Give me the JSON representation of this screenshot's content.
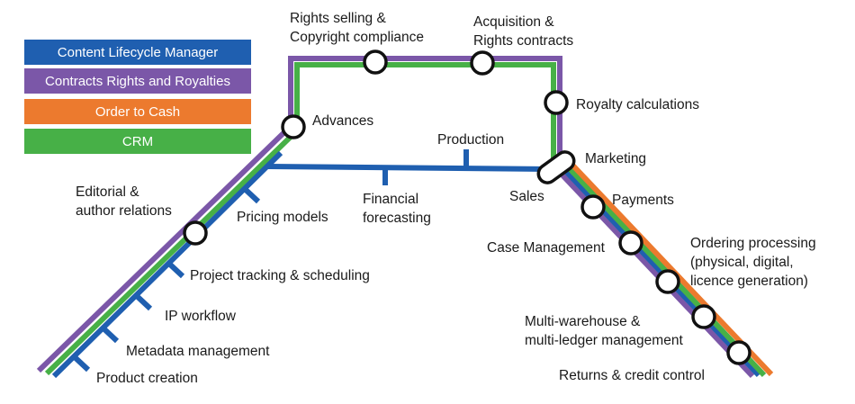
{
  "legend": [
    {
      "label": "Content Lifecycle Manager",
      "color": "#1f5fb0"
    },
    {
      "label": "Contracts Rights and Royalties",
      "color": "#7b57a8"
    },
    {
      "label": "Order to Cash",
      "color": "#ec7a2e"
    },
    {
      "label": "CRM",
      "color": "#47b047"
    }
  ],
  "labels": {
    "rights_selling_1": "Rights selling &",
    "rights_selling_2": "Copyright compliance",
    "acquisition_1": "Acquisition &",
    "acquisition_2": "Rights contracts",
    "royalty": "Royalty calculations",
    "advances": "Advances",
    "production": "Production",
    "marketing": "Marketing",
    "sales": "Sales",
    "financial_1": "Financial",
    "financial_2": "forecasting",
    "editorial_1": "Editorial &",
    "editorial_2": "author relations",
    "pricing": "Pricing models",
    "project": "Project tracking & scheduling",
    "ip": "IP workflow",
    "metadata": "Metadata management",
    "product": "Product creation",
    "payments": "Payments",
    "case": "Case Management",
    "ordering_1": "Ordering processing",
    "ordering_2": "(physical, digital,",
    "ordering_3": "licence generation)",
    "multi_1": "Multi-warehouse &",
    "multi_2": "multi-ledger management",
    "returns": "Returns & credit control"
  }
}
